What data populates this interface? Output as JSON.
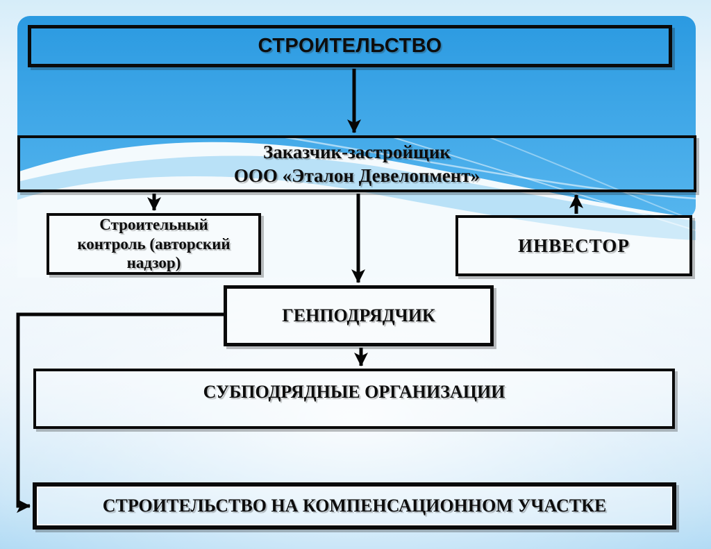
{
  "slide": {
    "title_box": {
      "label": "СТРОИТЕЛЬСТВО"
    },
    "nodes": {
      "customer_developer": {
        "lines": [
          "Заказчик-застройщик",
          "ООО «Эталон Девелопмент»"
        ]
      },
      "construction_control": {
        "lines": [
          "Строительный",
          "контроль (авторский",
          "надзор)"
        ]
      },
      "investor": {
        "label": "ИНВЕСТОР"
      },
      "general_contractor": {
        "label": "ГЕНПОДРЯДЧИК"
      },
      "subcontractors": {
        "label": "СУБПОДРЯДНЫЕ ОРГАНИЗАЦИИ"
      },
      "compensation_site": {
        "label": "СТРОИТЕЛЬСТВО НА КОМПЕНСАЦИОННОМ УЧАСТКЕ"
      }
    },
    "edges": [
      {
        "from": "construction",
        "to": "customer_developer",
        "direction": "down"
      },
      {
        "from": "customer_developer",
        "to": "construction_control",
        "direction": "down"
      },
      {
        "from": "customer_developer",
        "to": "general_contractor",
        "direction": "down"
      },
      {
        "from": "investor",
        "to": "customer_developer",
        "direction": "up"
      },
      {
        "from": "general_contractor",
        "to": "subcontractors",
        "direction": "down"
      },
      {
        "from": "general_contractor",
        "to": "compensation_site",
        "direction": "left-down-right"
      }
    ],
    "colors": {
      "panel_blue_top": "#2f9fe5",
      "panel_blue_bottom": "#55b5ee",
      "wave_light_blue": "#a6d8f4",
      "page_light": "#d6edf9",
      "page_bottom": "#a7d6f3",
      "line_black": "#060606"
    }
  }
}
